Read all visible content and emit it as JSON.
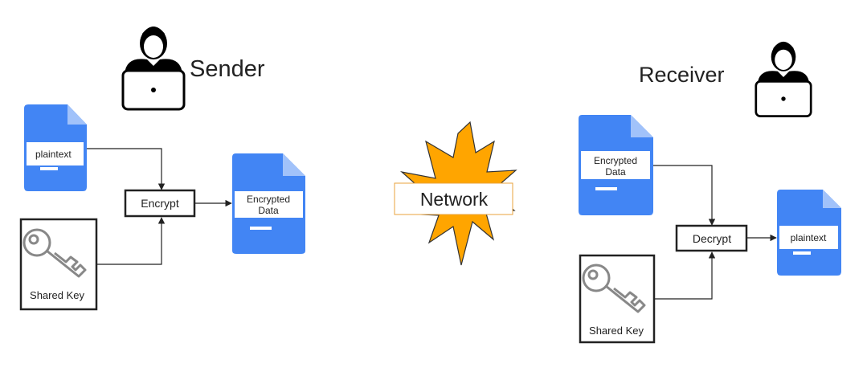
{
  "sender": {
    "title": "Sender",
    "plaintext_label": "plaintext",
    "encrypt_label": "Encrypt",
    "encrypted_label_line1": "Encrypted",
    "encrypted_label_line2": "Data",
    "shared_key_label": "Shared Key"
  },
  "network": {
    "label": "Network"
  },
  "receiver": {
    "title": "Receiver",
    "encrypted_label_line1": "Encrypted",
    "encrypted_label_line2": "Data",
    "decrypt_label": "Decrypt",
    "plaintext_label": "plaintext",
    "shared_key_label": "Shared Key"
  },
  "colors": {
    "doc_blue": "#4285F4",
    "doc_fold": "#A1C2FA",
    "burst_fill": "#FFA500",
    "burst_stroke": "#333333",
    "network_border": "#E8A33D"
  },
  "icons": {
    "user": "user-at-laptop-icon",
    "key": "key-icon",
    "document": "document-icon"
  }
}
